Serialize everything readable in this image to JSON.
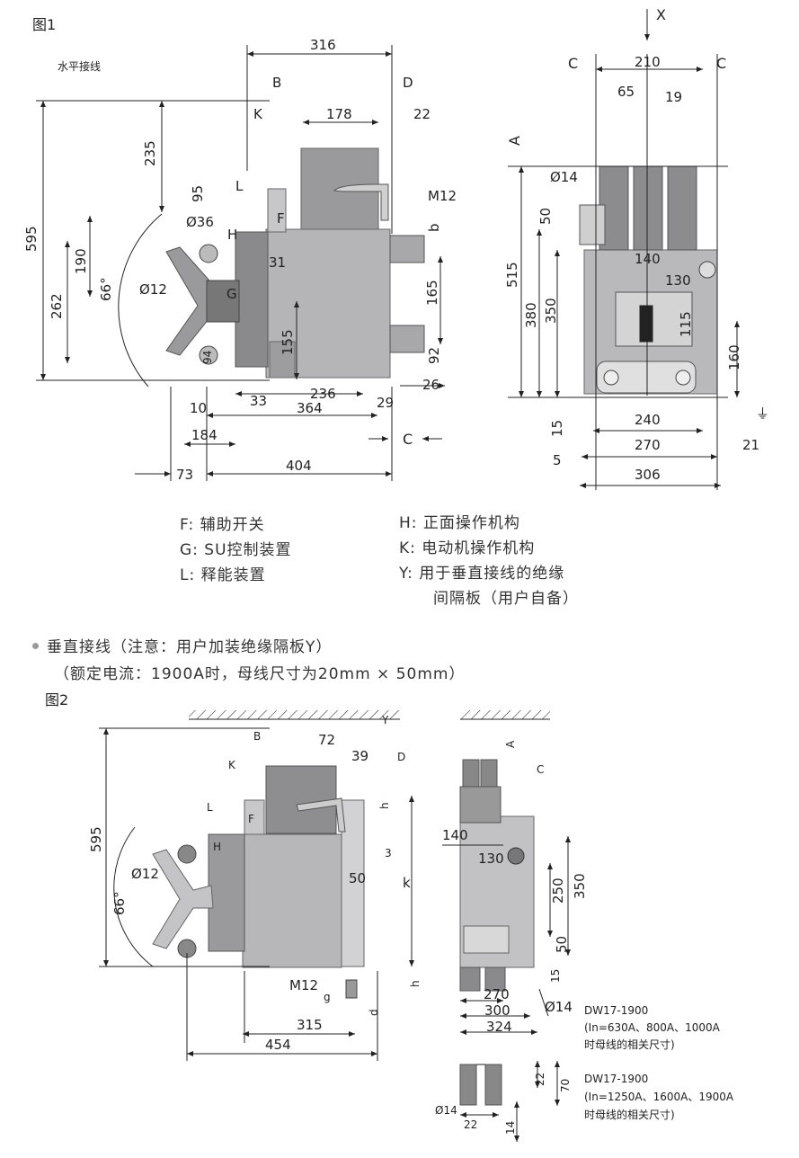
{
  "fig1": {
    "title": "图1",
    "subtitle": "水平接线",
    "side_dims": {
      "d316": "316",
      "B": "B",
      "D": "D",
      "d178": "178",
      "d22": "22",
      "K": "K",
      "d235": "235",
      "d595": "595",
      "d95": "95",
      "L": "L",
      "F": "F",
      "phi36": "Ø36",
      "H": "H",
      "M12": "M12",
      "b": "b",
      "d190": "190",
      "d31": "31",
      "deg66": "66°",
      "phi12": "Ø12",
      "G": "G",
      "d262": "262",
      "d165": "165",
      "d155": "155",
      "d94": "94",
      "d92": "92",
      "d26": "26",
      "d236": "236",
      "d33": "33",
      "d10": "10",
      "d364": "364",
      "d29": "29",
      "d184": "184",
      "C": "C",
      "d73": "73",
      "d404": "404"
    },
    "front_dims": {
      "X": "X",
      "C1": "C",
      "d210": "210",
      "C2": "C",
      "d65": "65",
      "d19": "19",
      "A": "A",
      "phi14": "Ø14",
      "d50": "50",
      "d515": "515",
      "d140": "140",
      "d130": "130",
      "d380": "380",
      "d350": "350",
      "d115": "115",
      "d160": "160",
      "ground": "⏚",
      "d15": "15",
      "d240": "240",
      "d270": "270",
      "d21": "21",
      "d5": "5",
      "d306": "306"
    }
  },
  "legend": {
    "left": [
      "F:  辅助开关",
      "G:  SU控制装置",
      "L:  释能装置"
    ],
    "right": [
      "H:  正面操作机构",
      "K:  电动机操作机构",
      "Y:  用于垂直接线的绝缘",
      "间隔板（用户自备）"
    ]
  },
  "note": {
    "line1": "垂直接线（注意：用户加装绝缘隔板Y）",
    "line2": "（额定电流：1900A时，母线尺寸为20mm × 50mm）"
  },
  "fig2": {
    "title": "图2",
    "side_dims": {
      "Y": "Y",
      "B": "B",
      "d72": "72",
      "d39": "39",
      "D": "D",
      "K": "K",
      "d595": "595",
      "L": "L",
      "h1": "h",
      "F": "F",
      "H": "H",
      "d3": "3",
      "phi12": "Ø12",
      "d50": "50",
      "k": "k",
      "deg66": "66°",
      "M12": "M12",
      "h2": "h",
      "g": "g",
      "d": "d",
      "d315": "315",
      "d454": "454"
    },
    "front_dims": {
      "A": "A",
      "C": "C",
      "d140": "140",
      "d130": "130",
      "d250": "250",
      "d350": "350",
      "d50": "50",
      "d15": "15",
      "d270": "270",
      "d300": "300",
      "d324": "324",
      "phi14": "Ø14"
    },
    "detail1": {
      "model": "DW17-1900",
      "line2": "(In=630A、800A、1000A",
      "line3": "时母线的相关尺寸)"
    },
    "detail2": {
      "model": "DW17-1900",
      "line2": "(In=1250A、1600A、1900A",
      "line3": "时母线的相关尺寸)",
      "d22a": "22",
      "d70": "70",
      "phi14": "Ø14",
      "d22b": "22",
      "d14": "14"
    }
  }
}
